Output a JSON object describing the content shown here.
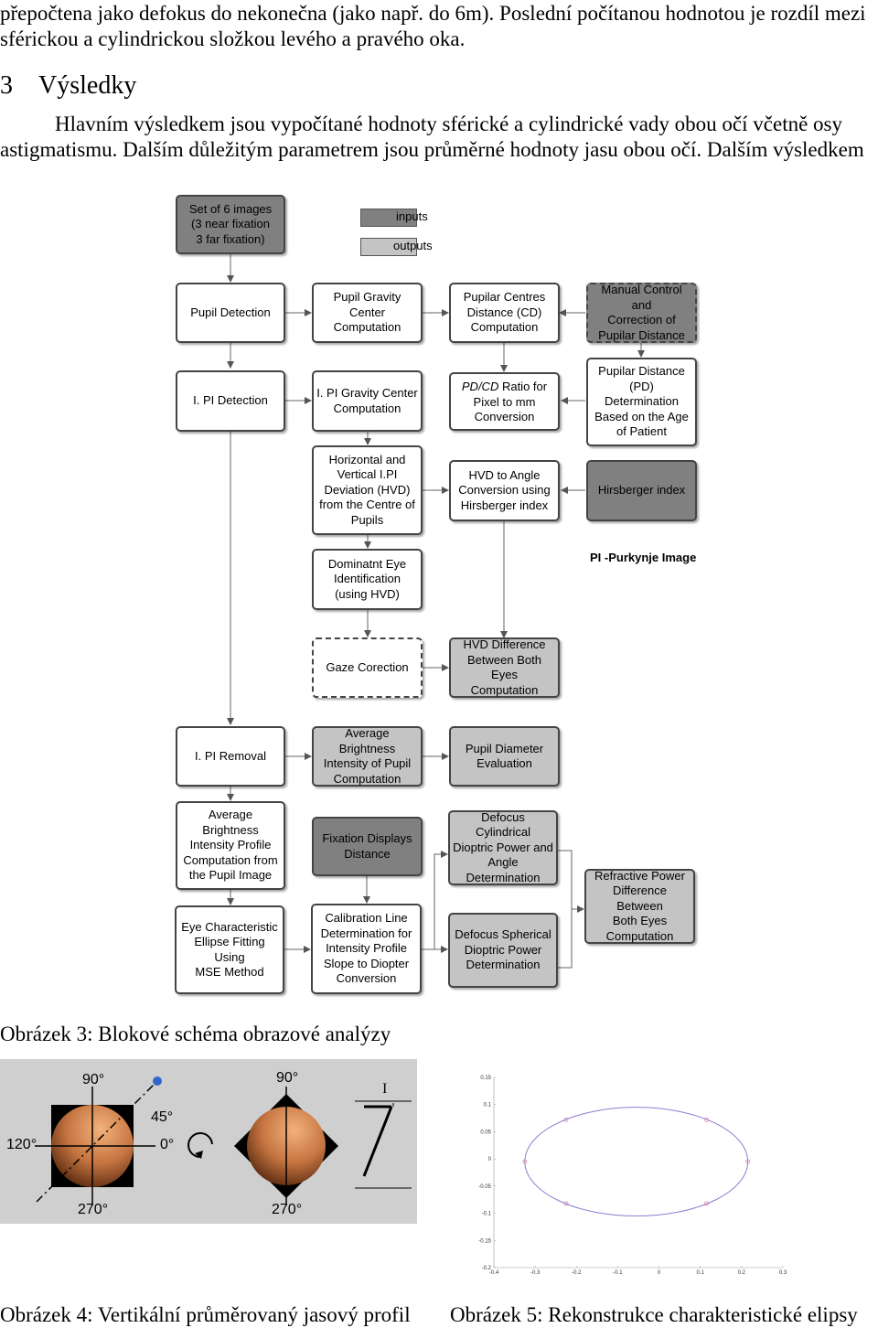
{
  "text": {
    "line1": "přepočtena jako defokus do nekonečna (jako např. do 6m). Poslední počítanou hodnotou je rozdíl mezi",
    "line2": "sférickou a cylindrickou složkou levého a pravého oka.",
    "heading_num": "3",
    "heading": "Výsledky",
    "p1": "Hlavním výsledkem jsou vypočítané hodnoty sférické a cylindrické vady obou očí včetně osy",
    "p2": "astigmatismu. Dalším důležitým parametrem jsou průměrné hodnoty jasu obou očí. Dalším výsledkem",
    "cap3": "Obrázek 3: Blokové schéma obrazové analýzy",
    "cap4": "Obrázek 4: Vertikální průměrovaný jasový profil",
    "cap5": "Obrázek 5: Rekonstrukce charakteristické elipsy"
  },
  "flowchart": {
    "legend": {
      "inputs": "inputs",
      "outputs": "outputs",
      "inputs_color": "#808080",
      "outputs_color": "#c4c4c4"
    },
    "pi_note": "PI -Purkynje Image",
    "boxes": {
      "set6": "Set of 6 images\n(3 near fixation\n3 far fixation)",
      "pupil_detection": "Pupil Detection",
      "pupil_gravity": "Pupil Gravity\nCenter\nComputation",
      "pupilar_centres": "Pupilar Centres\nDistance (CD)\nComputation",
      "manual_control": "Manual Control and\nCorrection of\nPupilar Distance",
      "ipi_detection": "I. PI Detection",
      "ipi_gravity": "I. PI Gravity Center\nComputation",
      "pd_cd_em": "PD/CD",
      "pd_cd_rest": " Ratio for\nPixel to mm\nConversion",
      "pupilar_distance": "Pupilar Distance\n(PD) Determination\nBased on the Age\nof Patient",
      "hvd": "Horizontal and\nVertical I.PI\nDeviation (HVD)\nfrom the Centre of\nPupils",
      "hvd_angle": "HVD to Angle\nConversion using\nHirsberger index",
      "hirsberger": "Hirsberger index",
      "dominant_eye": "Dominatnt Eye\nIdentification\n(using HVD)",
      "gaze": "Gaze Corection",
      "hvd_diff": "HVD Difference\nBetween Both Eyes\nComputation",
      "ipi_removal": "I. PI Removal",
      "avg_bright_pupil": "Average Brightness\nIntensity of Pupil\nComputation",
      "pupil_diameter": "Pupil Diameter\nEvaluation",
      "avg_profile": "Average Brightness\nIntensity Profile\nComputation from\nthe Pupil Image",
      "fixation": "Fixation Displays\nDistance",
      "defocus_cyl": "Defocus Cylindrical\nDioptric Power and\nAngle\nDetermination",
      "refractive": "Refractive Power\nDifference Between\nBoth Eyes\nComputation",
      "ellipse": "Eye Characteristic\nEllipse Fitting Using\nMSE Method",
      "calibration": "Calibration Line\nDetermination for\nIntensity Profile\nSlope to Diopter\nConversion",
      "defocus_sph": "Defocus Spherical\nDioptric Power\nDetermination"
    }
  },
  "figure4": {
    "labels": {
      "left_top": "90°",
      "left_right": "0°",
      "left_left": "120°",
      "left_bottom": "270°",
      "left_diag": "45°",
      "right_top": "90°",
      "right_bottom": "270°",
      "letter": "I"
    }
  },
  "chart_data": {
    "type": "scatter",
    "title": "",
    "xlabel": "",
    "ylabel": "",
    "xlim": [
      -0.4,
      0.3
    ],
    "ylim": [
      -0.2,
      0.15
    ],
    "xticks": [
      "-0.4",
      "-0.3",
      "-0.2",
      "-0.1",
      "0",
      "0.1",
      "0.2",
      "0.3"
    ],
    "yticks": [
      "0.15",
      "0.1",
      "0.05",
      "0",
      "-0.05",
      "-0.1",
      "-0.15",
      "-0.2"
    ],
    "ellipse": {
      "cx": -0.055,
      "cy": -0.005,
      "rx": 0.27,
      "ry": 0.1
    },
    "points": [
      {
        "x": -0.225,
        "y": 0.072
      },
      {
        "x": 0.115,
        "y": 0.072
      },
      {
        "x": -0.225,
        "y": -0.082
      },
      {
        "x": 0.115,
        "y": -0.082
      },
      {
        "x": -0.325,
        "y": -0.005
      },
      {
        "x": 0.215,
        "y": -0.005
      }
    ],
    "line_color": "#8a7fd0",
    "point_color": "#d080a0"
  }
}
